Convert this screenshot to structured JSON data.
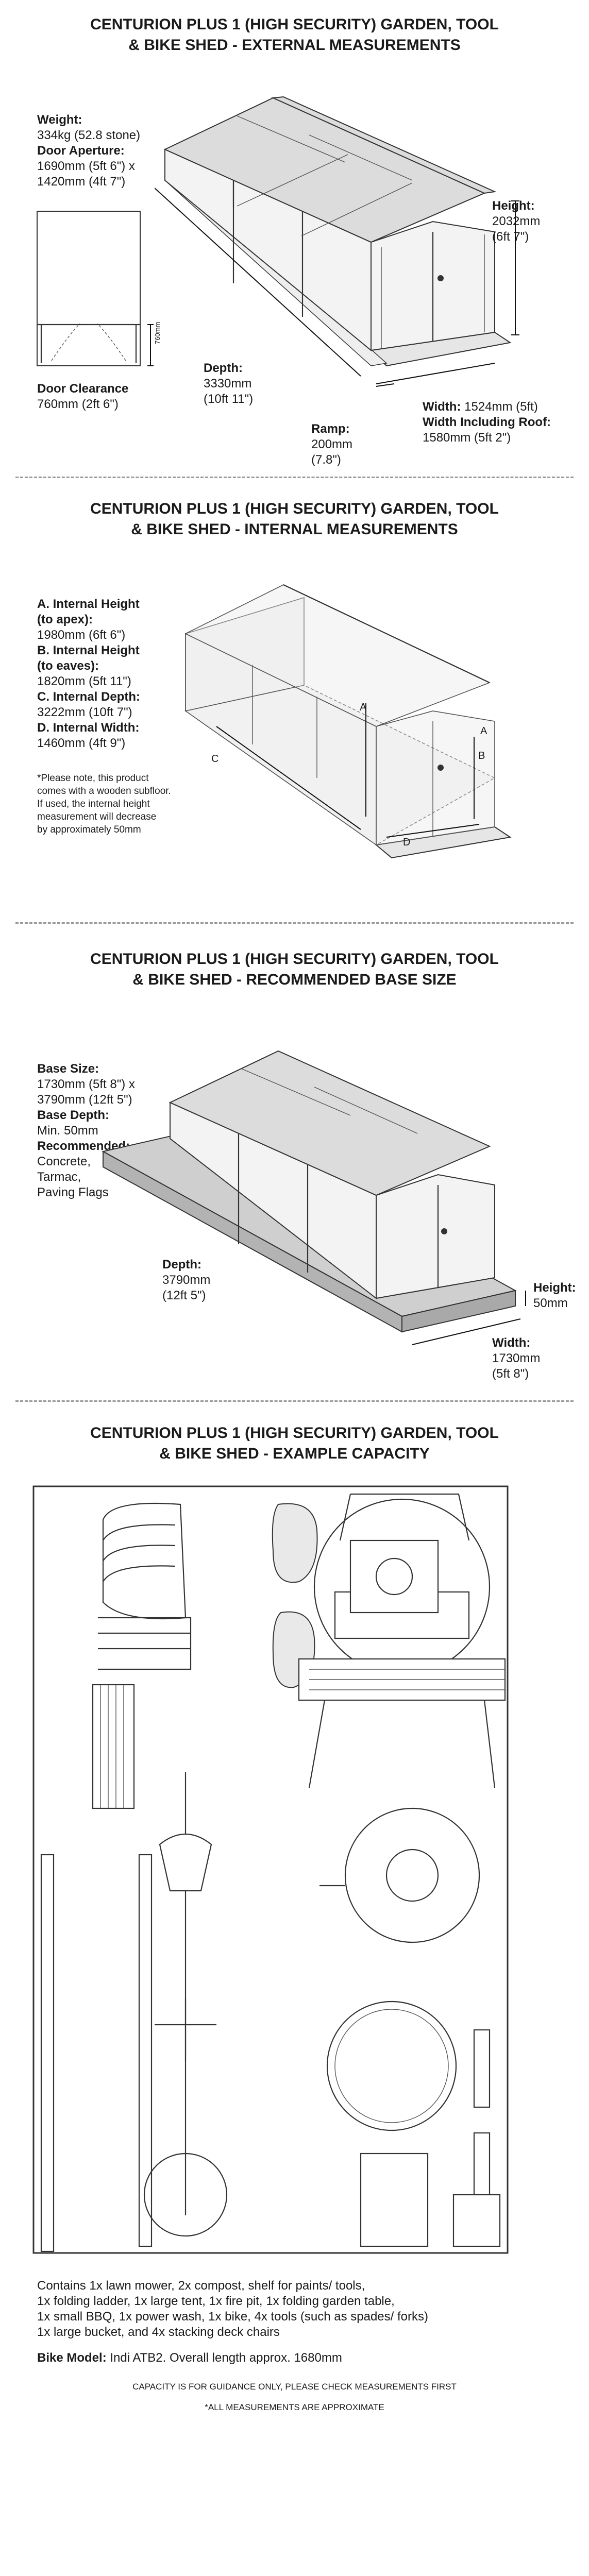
{
  "external": {
    "title_line1": "CENTURION PLUS 1 (HIGH SECURITY) GARDEN, TOOL",
    "title_line2": "& BIKE SHED - EXTERNAL MEASUREMENTS",
    "weight_label": "Weight:",
    "weight_value": "334kg (52.8 stone)",
    "door_aperture_label": "Door Aperture:",
    "door_aperture_value1": "1690mm (5ft 6\") x",
    "door_aperture_value2": "1420mm (4ft 7\")",
    "door_clearance_label": "Door Clearance",
    "door_clearance_value": "760mm (2ft 6\")",
    "door_clearance_tick": "760mm",
    "depth_label": "Depth:",
    "depth_value1": "3330mm",
    "depth_value2": "(10ft 11\")",
    "height_label": "Height:",
    "height_value1": "2032mm",
    "height_value2": "(6ft 7\")",
    "ramp_label": "Ramp:",
    "ramp_value1": "200mm",
    "ramp_value2": "(7.8\")",
    "width_label": "Width:",
    "width_value": "1524mm (5ft)",
    "width_roof_label": "Width Including Roof:",
    "width_roof_value": "1580mm (5ft 2\")"
  },
  "internal": {
    "title_line1": "CENTURION PLUS 1 (HIGH SECURITY) GARDEN, TOOL",
    "title_line2": "& BIKE SHED - INTERNAL MEASUREMENTS",
    "a_label": "A. Internal Height",
    "a_sub": "(to apex):",
    "a_value": "1980mm (6ft 6\")",
    "b_label": "B. Internal Height",
    "b_sub": "(to eaves):",
    "b_value": "1820mm (5ft 11\")",
    "c_label": "C. Internal Depth:",
    "c_value": "3222mm (10ft 7\")",
    "d_label": "D. Internal Width:",
    "d_value": "1460mm (4ft 9\")",
    "note1": "*Please note, this product",
    "note2": "comes with a wooden subfloor.",
    "note3": "If used, the internal height",
    "note4": "measurement will decrease",
    "note5": "by approximately 50mm",
    "marker_a": "A",
    "marker_a2": "A",
    "marker_b": "B",
    "marker_c": "C",
    "marker_d": "D"
  },
  "base": {
    "title_line1": "CENTURION PLUS 1 (HIGH SECURITY) GARDEN, TOOL",
    "title_line2": "& BIKE SHED - RECOMMENDED BASE SIZE",
    "size_label": "Base Size:",
    "size_value1": "1730mm (5ft 8\") x",
    "size_value2": "3790mm (12ft 5\")",
    "depth_label": "Base Depth:",
    "depth_value": "Min. 50mm",
    "rec_label": "Recommended:",
    "rec1": "Concrete,",
    "rec2": "Tarmac,",
    "rec3": "Paving Flags",
    "d_label": "Depth:",
    "d_value1": "3790mm",
    "d_value2": "(12ft 5\")",
    "h_label": "Height:",
    "h_value": "50mm",
    "w_label": "Width:",
    "w_value1": "1730mm",
    "w_value2": "(5ft 8\")"
  },
  "capacity": {
    "title_line1": "CENTURION PLUS 1 (HIGH SECURITY) GARDEN, TOOL",
    "title_line2": "& BIKE SHED - EXAMPLE CAPACITY",
    "contains1": "Contains 1x lawn mower, 2x compost, shelf for paints/ tools,",
    "contains2": "1x folding ladder, 1x large tent, 1x fire pit, 1x folding garden table,",
    "contains3": "1x small BBQ, 1x power wash, 1x bike, 4x tools (such as spades/ forks)",
    "contains4": "1x large bucket, and 4x stacking deck chairs",
    "bike_label": "Bike Model:",
    "bike_value": "Indi ATB2. Overall length approx. 1680mm",
    "disclaimer1": "CAPACITY IS FOR GUIDANCE ONLY, PLEASE CHECK MEASUREMENTS FIRST",
    "disclaimer2": "*ALL MEASUREMENTS ARE APPROXIMATE"
  }
}
